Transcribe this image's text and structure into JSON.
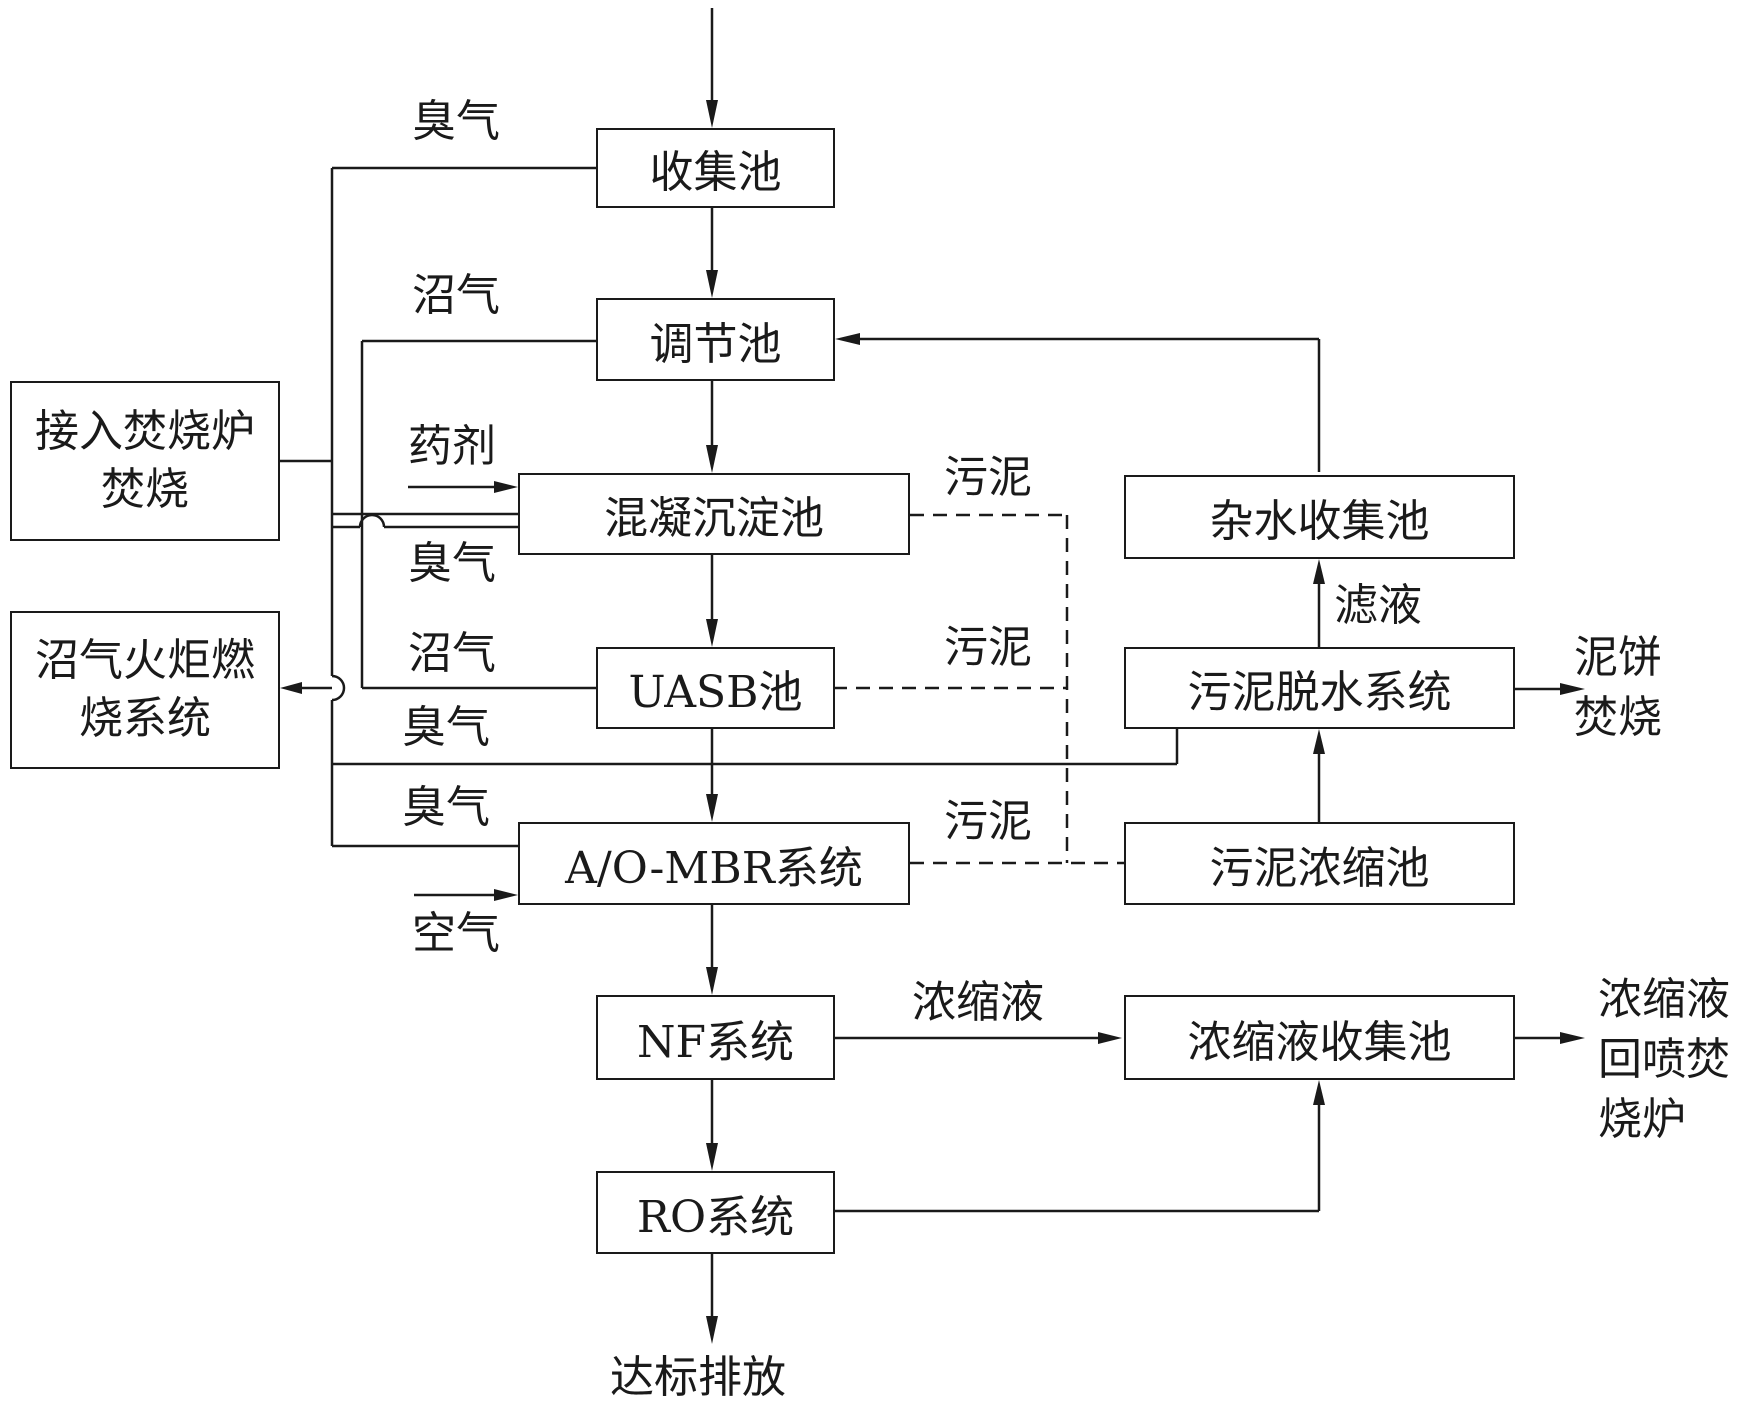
{
  "nodes": {
    "collection_tank": "收集池",
    "regulating_tank": "调节池",
    "coag_tank": "混凝沉淀池",
    "uasb_tank": "UASB池",
    "ao_mbr": "A/O-MBR系统",
    "nf_system": "NF系统",
    "ro_system": "RO系统",
    "misc_water_tank": "杂水收集池",
    "sludge_dewatering": "污泥脱水系统",
    "sludge_thickener": "污泥浓缩池",
    "concentrate_tank": "浓缩液收集池",
    "incinerator_link": "接入焚烧炉焚烧",
    "biogas_flare": "沼气火炬燃烧系统"
  },
  "labels": {
    "odor_1": "臭气",
    "biogas_1": "沼气",
    "reagent": "药剂",
    "odor_2": "臭气",
    "biogas_2": "沼气",
    "odor_3": "臭气",
    "odor_4": "臭气",
    "air": "空气",
    "sludge_1": "污泥",
    "sludge_2": "污泥",
    "sludge_3": "污泥",
    "filtrate": "滤液",
    "cake_incineration": "泥饼焚烧",
    "concentrate": "浓缩液",
    "concentrate_recirc": "浓缩液回喷焚烧炉",
    "discharge": "达标排放"
  }
}
